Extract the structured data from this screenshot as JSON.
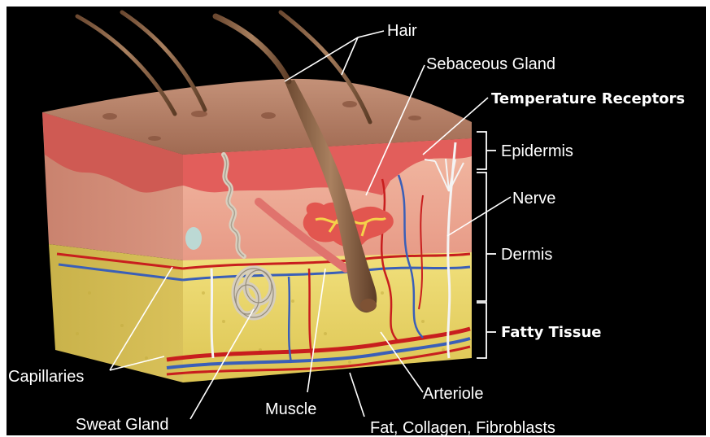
{
  "labels": {
    "hair": "Hair",
    "sebaceous_gland": "Sebaceous Gland",
    "temperature_receptors": "Temperature Receptors",
    "epidermis": "Epidermis",
    "nerve": "Nerve",
    "dermis": "Dermis",
    "fatty_tissue": "Fatty Tissue",
    "capillaries": "Capillaries",
    "arteriole": "Arteriole",
    "muscle": "Muscle",
    "sweat_gland": "Sweat Gland",
    "fat_collagen_fibroblasts": "Fat, Collagen, Fibroblasts"
  },
  "colors": {
    "background": "#000000",
    "skin_top": "#b07a62",
    "epidermis": "#e0605a",
    "dermis": "#e9a58e",
    "fat": "#e8d564",
    "artery": "#c81e1e",
    "vein": "#3a5fb8",
    "nerve": "#f0f0f0"
  }
}
